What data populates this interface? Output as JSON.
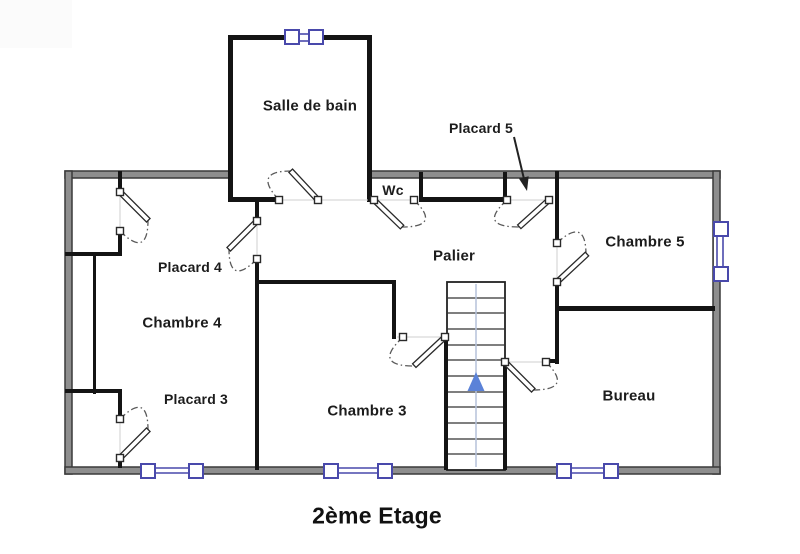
{
  "title": "2ème Etage",
  "rooms": {
    "salle_de_bain": "Salle de bain",
    "wc": "Wc",
    "placard_5": "Placard 5",
    "chambre_5": "Chambre 5",
    "palier": "Palier",
    "placard_4": "Placard 4",
    "chambre_4": "Chambre 4",
    "placard_3": "Placard 3",
    "chambre_3": "Chambre 3",
    "bureau": "Bureau"
  },
  "icons": {
    "stairs_direction_arrow": "up-arrow",
    "placard5_callout_arrow": "down-arrow"
  },
  "colors": {
    "interior_wall": "#141414",
    "outer_wall_edge": "#3a3a3a",
    "outer_wall_fill": "#8e8e8e",
    "window_accent": "#4949ab",
    "stair_arrow_blue": "#5b82d8",
    "stair_guide_line": "#b6c2da",
    "door_swing_gray": "#5a5a5a",
    "construction_line": "#cfcfcf"
  }
}
